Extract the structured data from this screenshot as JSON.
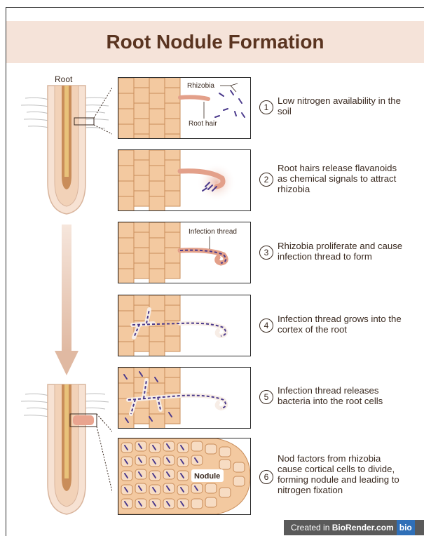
{
  "title": "Root Nodule Formation",
  "root_label": "Root",
  "panel_labels": {
    "rhizobia": "Rhizobia",
    "root_hair": "Root hair",
    "infection_thread": "Infection thread",
    "nodule": "Nodule"
  },
  "steps": [
    {
      "num": "1",
      "text": "Low nitrogen availability in the soil"
    },
    {
      "num": "2",
      "text": "Root hairs release flavanoids as chemical signals to attract rhizobia"
    },
    {
      "num": "3",
      "text": "Rhizobia proliferate and cause infection thread to form"
    },
    {
      "num": "4",
      "text": "Infection thread grows into the cortex of the root"
    },
    {
      "num": "5",
      "text": "Infection thread releases bacteria into the root cells"
    },
    {
      "num": "6",
      "text": "Nod factors from rhizobia cause cortical cells to divide, forming nodule and leading to nitrogen fixation"
    }
  ],
  "footer": {
    "prefix": "Created in ",
    "brand": "BioRender.com",
    "badge": "bio"
  },
  "colors": {
    "title_band": "#f5e3d9",
    "title_text": "#5a3420",
    "cell_fill": "#f3c9a0",
    "cell_stroke": "#c98d5a",
    "root_hair": "#e3a08a",
    "rhizobia": "#4b3a8c",
    "arrow": "#e9c8b6"
  }
}
